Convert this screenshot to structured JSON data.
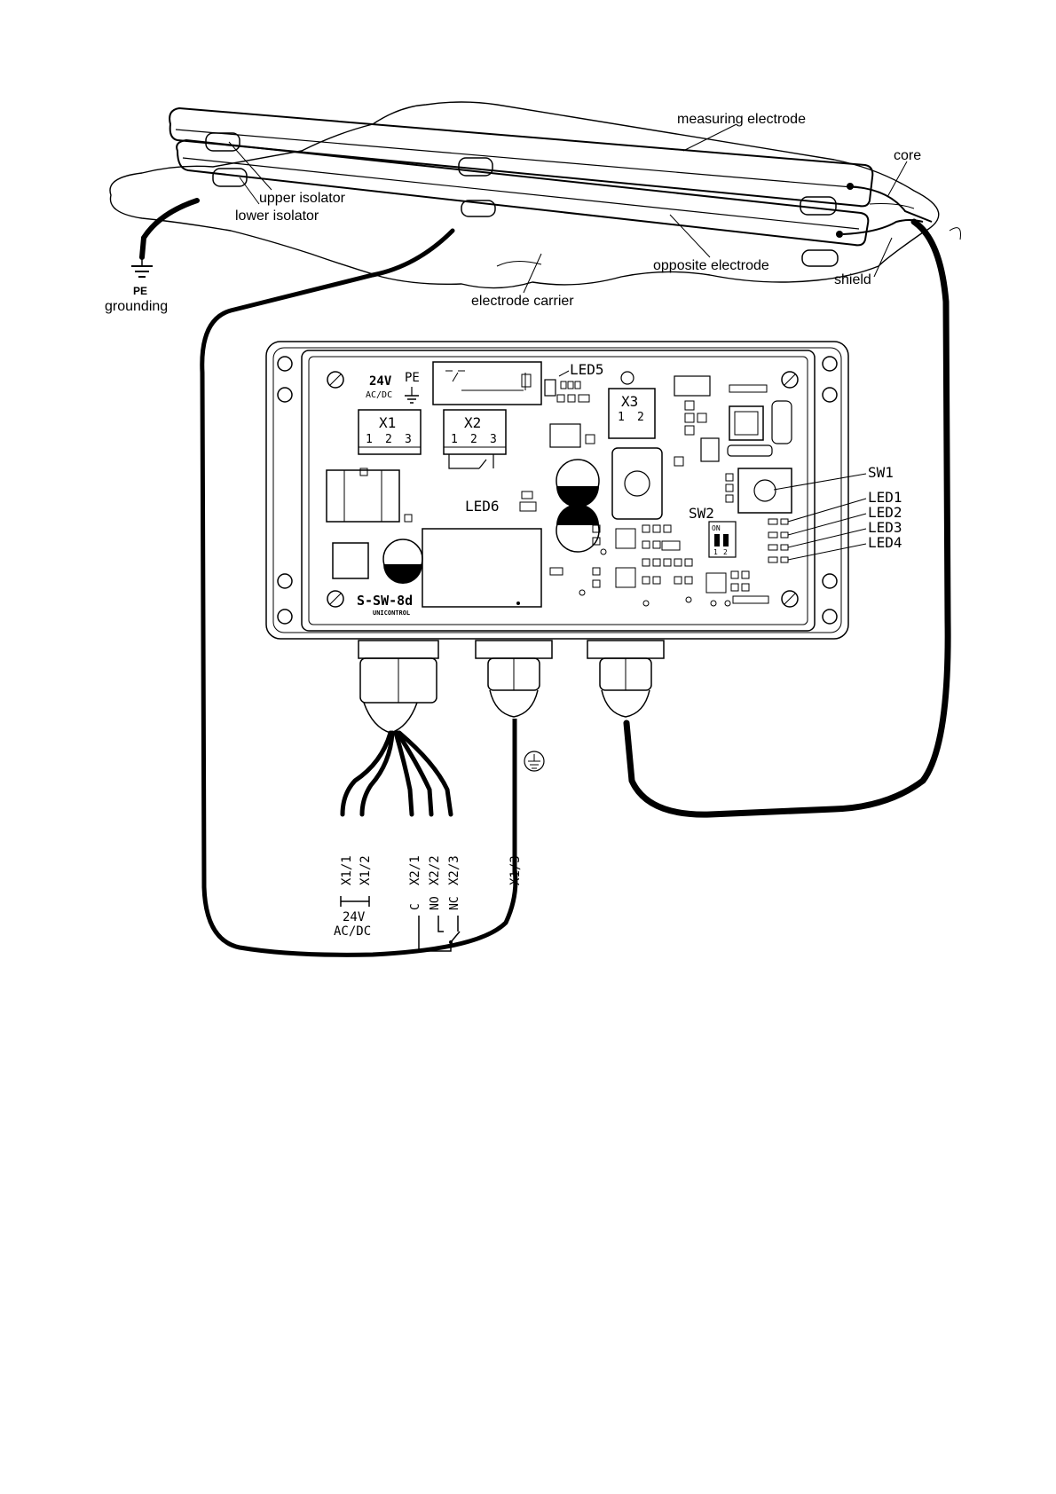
{
  "labels": {
    "measuring_electrode": "measuring electrode",
    "core": "core",
    "upper_isolator": "upper isolator",
    "lower_isolator": "lower isolator",
    "opposite_electrode": "opposite electrode",
    "shield": "shield",
    "electrode_carrier": "electrode carrier",
    "pe": "PE",
    "grounding": "grounding"
  },
  "board": {
    "supply": "24V",
    "supply_type": "AC/DC",
    "pe": "PE",
    "x1": "X1",
    "x1_pins": [
      "1",
      "2",
      "3"
    ],
    "x2": "X2",
    "x2_pins": [
      "1",
      "2",
      "3"
    ],
    "x3": "X3",
    "x3_pins": [
      "1",
      "2"
    ],
    "led5": "LED5",
    "led6": "LED6",
    "sw1": "SW1",
    "sw2": "SW2",
    "dip_on": "ON",
    "dip_pins": [
      "1",
      "2"
    ],
    "led1": "LED1",
    "led2": "LED2",
    "led3": "LED3",
    "led4": "LED4",
    "model": "S-SW-8d",
    "brand": "UNICONTROL"
  },
  "wires": {
    "terminals": [
      "X1/1",
      "X1/2",
      "X2/1",
      "X2/2",
      "X2/3"
    ],
    "x13": "X1/3",
    "relay_contacts": [
      "C",
      "NO",
      "NC"
    ],
    "supply": "24V",
    "supply_type": "AC/DC"
  }
}
